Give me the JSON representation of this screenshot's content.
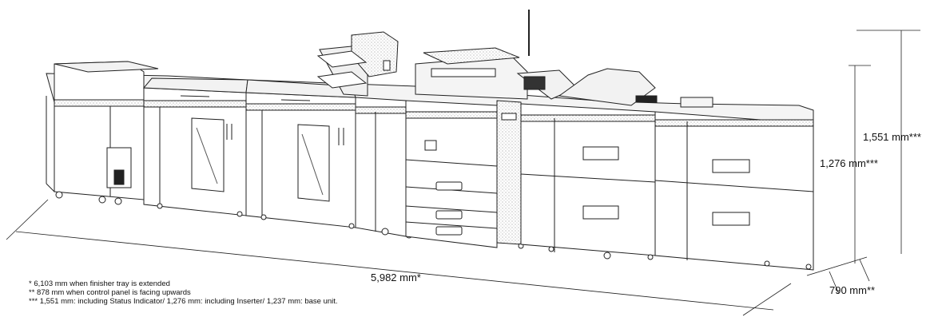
{
  "dimensions": {
    "width": "5,982 mm*",
    "depth": "790 mm**",
    "height_inserter": "1,276 mm***",
    "height_indicator": "1,551 mm***"
  },
  "footnotes": [
    "* 6,103 mm when finisher tray is extended",
    "** 878 mm when control panel is facing upwards",
    "*** 1,551 mm: including Status Indicator/ 1,276 mm: including Inserter/ 1,237 mm: base unit."
  ]
}
